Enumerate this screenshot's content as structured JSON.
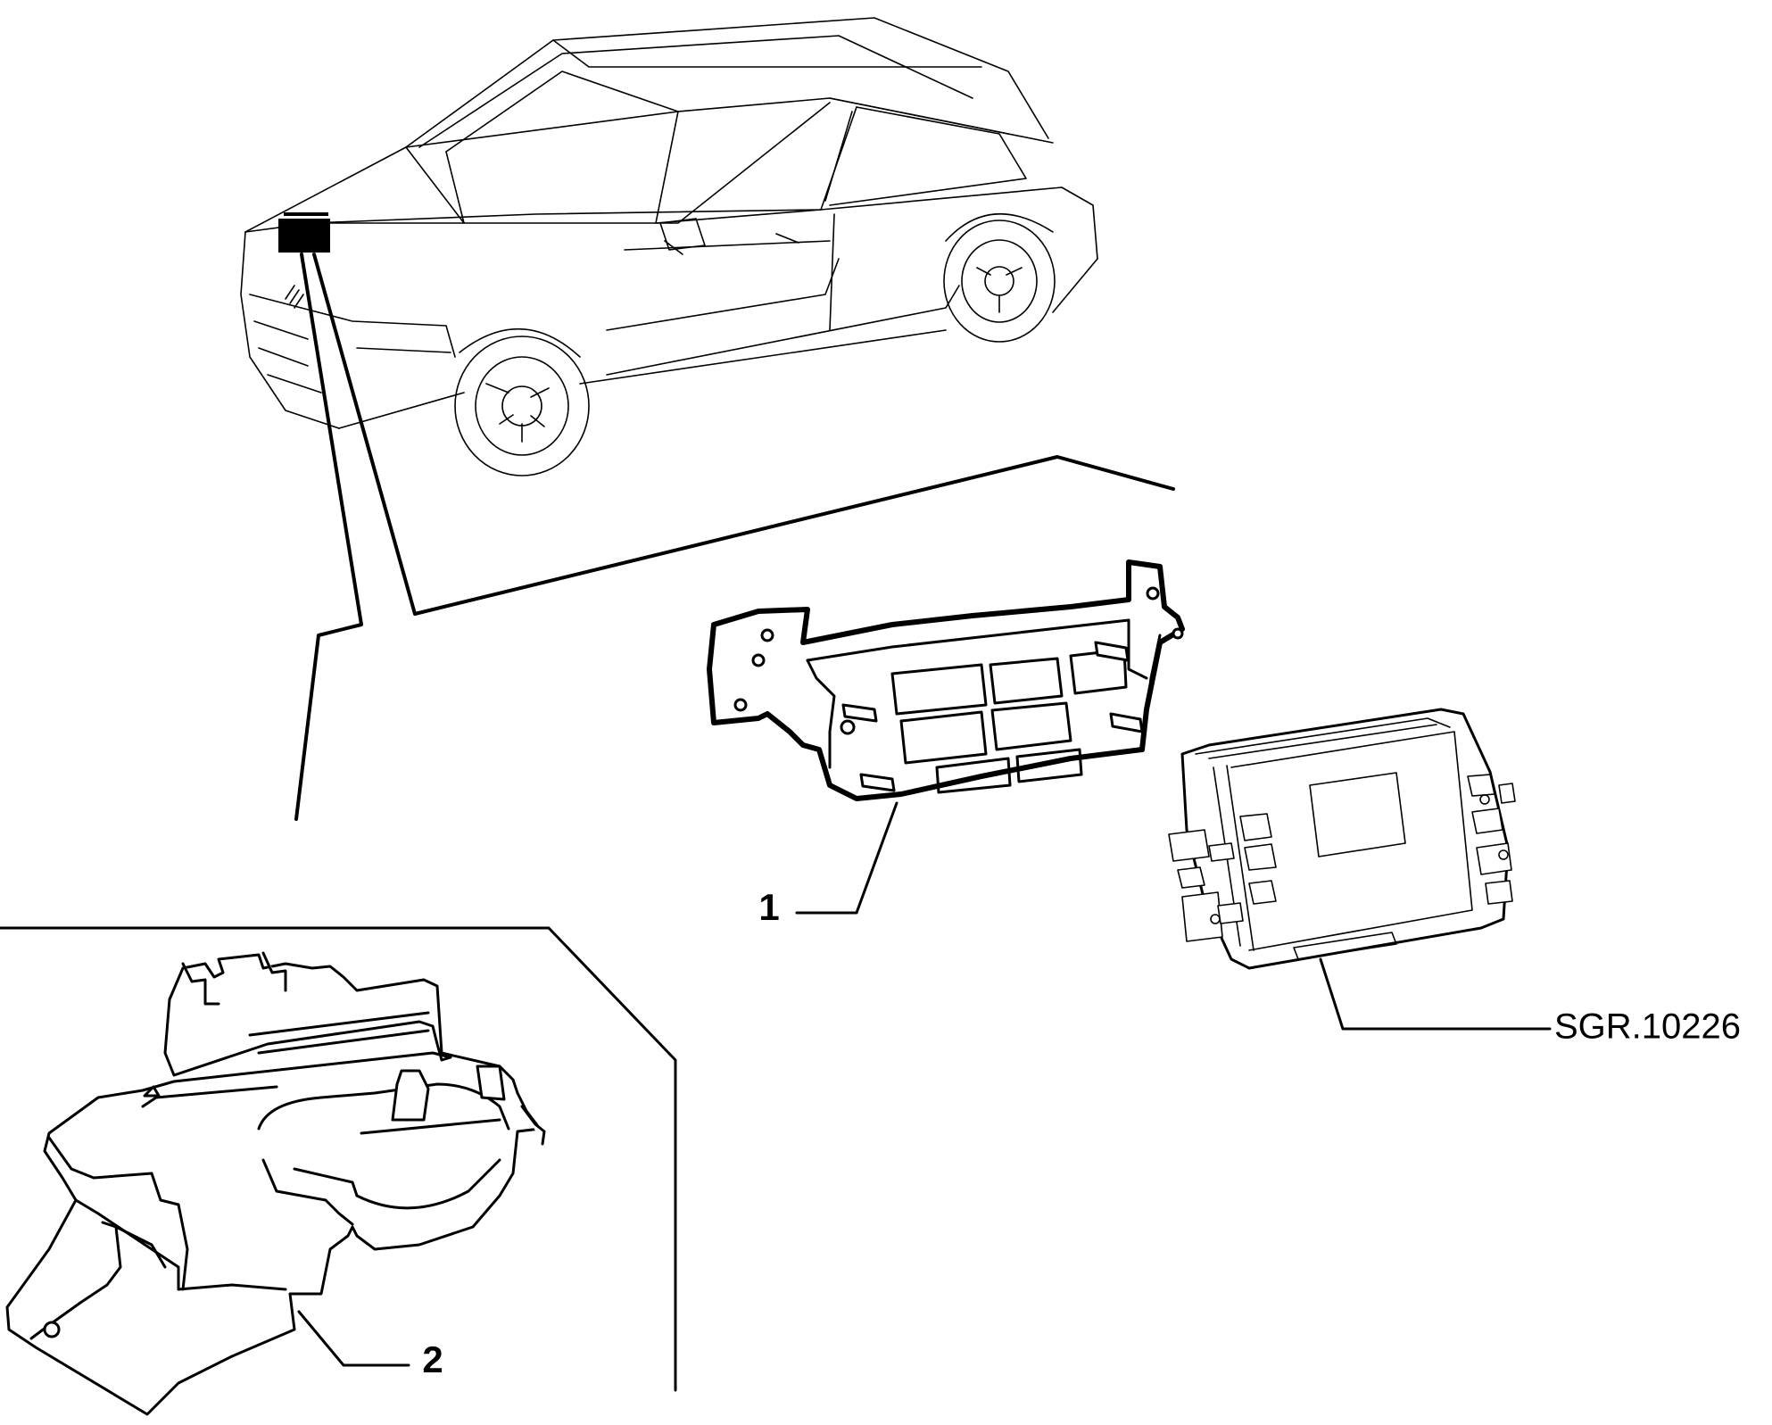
{
  "callouts": {
    "part_1": "1",
    "part_2": "2",
    "drawing_ref": "SGR.10226"
  }
}
